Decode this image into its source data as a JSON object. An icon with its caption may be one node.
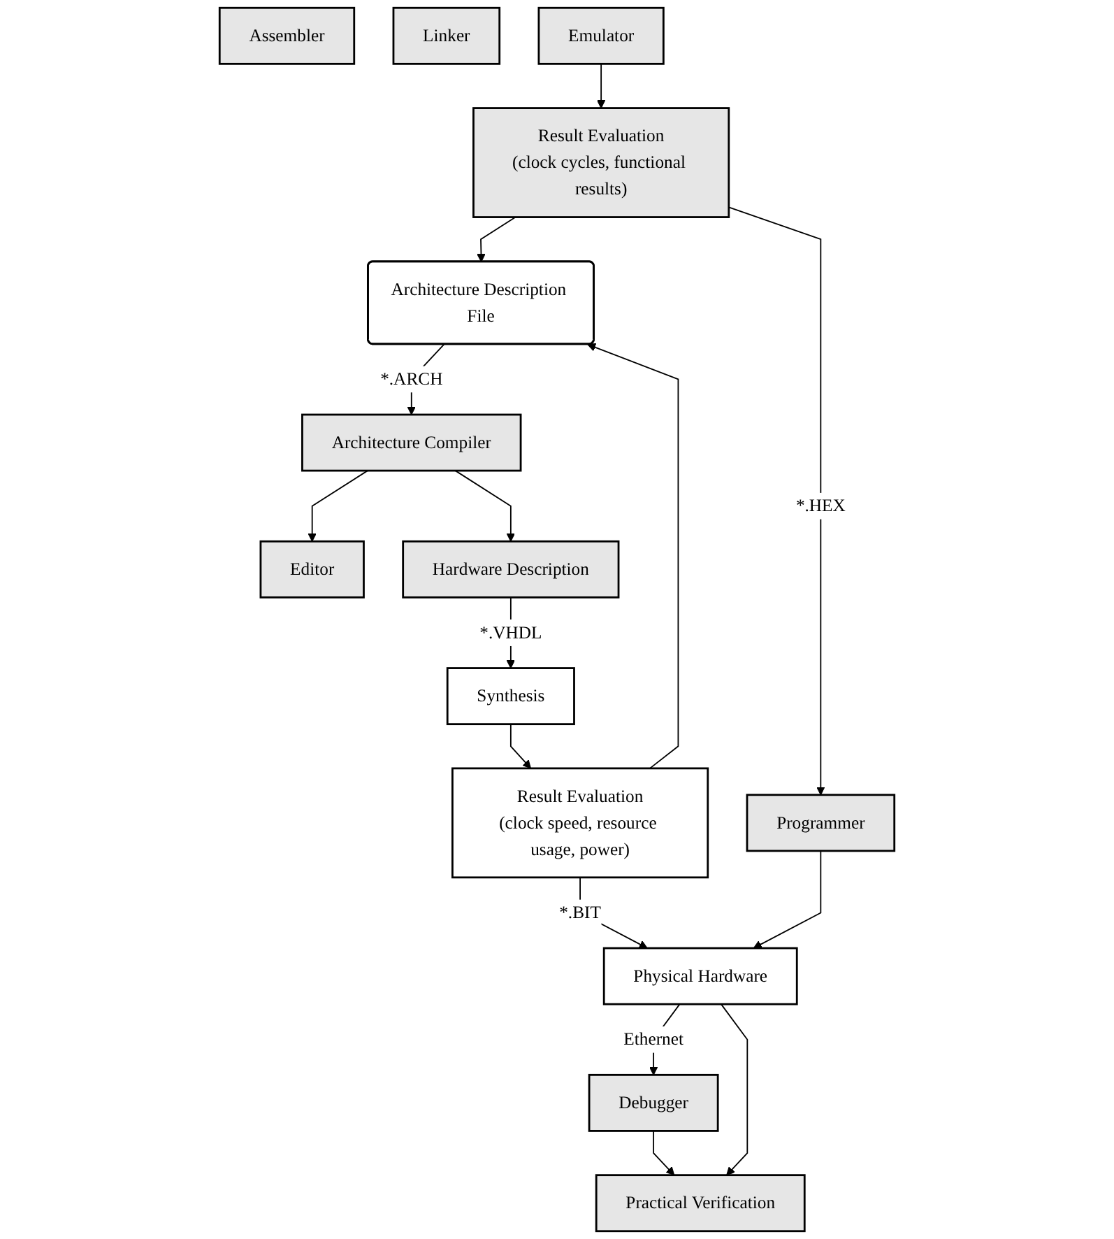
{
  "diagram": {
    "nodes": [
      {
        "text": [
          "Architecture Description File"
        ]
      },
      {
        "text": [
          "Architecture Compiler"
        ]
      },
      {
        "text": [
          "Editor"
        ]
      },
      {
        "text": [
          "Assembler"
        ]
      },
      {
        "text": [
          "Linker"
        ]
      },
      {
        "text": [
          "Emulator"
        ]
      },
      {
        "text": [
          "Hardware Description"
        ]
      },
      {
        "text": [
          "Synthesis"
        ]
      },
      {
        "text": [
          "Result Evaluation",
          "(clock cycles, functional results)"
        ]
      },
      {
        "text": [
          "Result Evaluation",
          "(clock speed, resource usage, power)"
        ]
      },
      {
        "text": [
          "Programmer"
        ]
      },
      {
        "text": [
          "Debugger"
        ]
      },
      {
        "text": [
          "Physical Hardware"
        ]
      },
      {
        "text": [
          "Practical Verification"
        ]
      }
    ],
    "edges": [
      {
        "from": 0,
        "to": 1,
        "arrow": "to",
        "label": "*.ARCH"
      },
      {
        "from": 1,
        "to": 2,
        "arrow": "to"
      },
      {
        "from": 1,
        "to": 6,
        "arrow": "to"
      },
      {
        "from": 5,
        "to": 8,
        "arrow": "to"
      },
      {
        "from": 6,
        "to": 7,
        "arrow": "to",
        "label": "*.VHDL"
      },
      {
        "from": 7,
        "to": 9,
        "arrow": "to"
      },
      {
        "from": 8,
        "to": 0,
        "arrow": "to"
      },
      {
        "from": 9,
        "to": 0,
        "arrow": "to"
      },
      {
        "from": 8,
        "to": 10,
        "arrow": "to",
        "label": "*.HEX"
      },
      {
        "from": 9,
        "to": 12,
        "arrow": "to",
        "label": "*.BIT"
      },
      {
        "from": 10,
        "to": 12,
        "arrow": "to"
      },
      {
        "from": 12,
        "to": 11,
        "arrow": "to",
        "label": "Ethernet"
      },
      {
        "from": 11,
        "to": 13,
        "arrow": "to"
      },
      {
        "from": 12,
        "to": 13,
        "arrow": "to"
      }
    ]
  }
}
